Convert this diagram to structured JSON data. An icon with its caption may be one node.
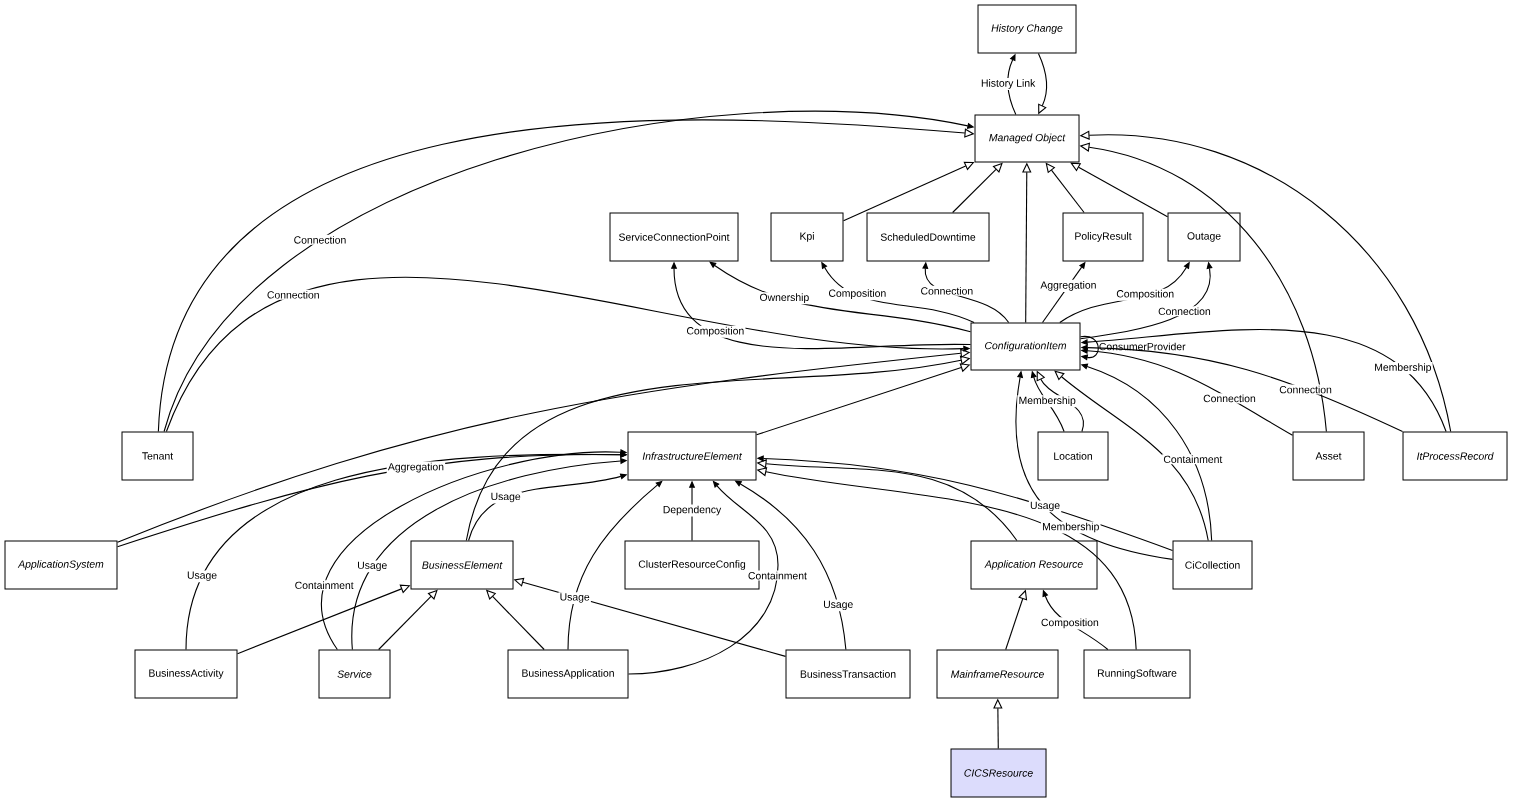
{
  "diagram": {
    "nodes": [
      {
        "text": [
          "History Change"
        ]
      },
      {
        "text": [
          "Managed Object"
        ]
      },
      {
        "text": [
          "ServiceConnectionPoint"
        ]
      },
      {
        "text": [
          "Kpi"
        ]
      },
      {
        "text": [
          "ScheduledDowntime"
        ]
      },
      {
        "text": [
          "PolicyResult"
        ]
      },
      {
        "text": [
          "Outage"
        ]
      },
      {
        "text": [
          "ConfigurationItem"
        ]
      },
      {
        "text": [
          "Tenant"
        ]
      },
      {
        "text": [
          "InfrastructureElement"
        ]
      },
      {
        "text": [
          "Location"
        ]
      },
      {
        "text": [
          "Asset"
        ]
      },
      {
        "text": [
          "ItProcessRecord"
        ]
      },
      {
        "text": [
          "ApplicationSystem"
        ]
      },
      {
        "text": [
          "BusinessElement"
        ]
      },
      {
        "text": [
          "ClusterResourceConfig"
        ]
      },
      {
        "text": [
          "Application Resource"
        ]
      },
      {
        "text": [
          "CiCollection"
        ]
      },
      {
        "text": [
          "BusinessActivity"
        ]
      },
      {
        "text": [
          "Service"
        ]
      },
      {
        "text": [
          "BusinessApplication"
        ]
      },
      {
        "text": [
          "BusinessTransaction"
        ]
      },
      {
        "text": [
          "MainframeResource"
        ]
      },
      {
        "text": [
          "RunningSoftware"
        ]
      },
      {
        "text": [
          "CICSResource"
        ]
      }
    ],
    "edges": [
      {
        "from": 1,
        "to": 0,
        "arrow": "to",
        "label": "History Link"
      },
      {
        "from": 0,
        "to": 1,
        "arrow": "to"
      },
      {
        "from": 8,
        "to": 1,
        "arrow": "to"
      },
      {
        "from": 8,
        "to": 1,
        "arrow": "to",
        "label": "Connection"
      },
      {
        "from": 3,
        "to": 1,
        "arrow": "to"
      },
      {
        "from": 4,
        "to": 1,
        "arrow": "to"
      },
      {
        "from": 7,
        "to": 1,
        "arrow": "to"
      },
      {
        "from": 5,
        "to": 1,
        "arrow": "to"
      },
      {
        "from": 6,
        "to": 1,
        "arrow": "to"
      },
      {
        "from": 11,
        "to": 1,
        "arrow": "to"
      },
      {
        "from": 12,
        "to": 1,
        "arrow": "to"
      },
      {
        "from": 7,
        "to": 2,
        "arrow": "to",
        "label": "Composition"
      },
      {
        "from": 7,
        "to": 2,
        "arrow": "to",
        "label": "Ownership"
      },
      {
        "from": 7,
        "to": 3,
        "arrow": "to",
        "label": "Composition"
      },
      {
        "from": 7,
        "to": 4,
        "arrow": "to",
        "label": "Connection"
      },
      {
        "from": 7,
        "to": 5,
        "arrow": "to",
        "label": "Aggregation"
      },
      {
        "from": 7,
        "to": 6,
        "arrow": "to",
        "label": "Composition"
      },
      {
        "from": 7,
        "to": 6,
        "arrow": "to",
        "label": "Connection"
      },
      {
        "from": 7,
        "to": 7,
        "arrow": "to",
        "label": "ConsumerProvider"
      },
      {
        "from": 8,
        "to": 7,
        "arrow": "to",
        "label": "Connection"
      },
      {
        "from": 13,
        "to": 7,
        "arrow": "to"
      },
      {
        "from": 9,
        "to": 7,
        "arrow": "to"
      },
      {
        "from": 14,
        "to": 7,
        "arrow": "to"
      },
      {
        "from": 10,
        "to": 7,
        "arrow": "to"
      },
      {
        "from": 10,
        "to": 7,
        "arrow": "to",
        "label": "Membership"
      },
      {
        "from": 17,
        "to": 7,
        "arrow": "to",
        "label": "Membership"
      },
      {
        "from": 17,
        "to": 7,
        "arrow": "to"
      },
      {
        "from": 17,
        "to": 7,
        "arrow": "to",
        "label": "Containment"
      },
      {
        "from": 11,
        "to": 7,
        "arrow": "to",
        "label": "Connection"
      },
      {
        "from": 12,
        "to": 7,
        "arrow": "to",
        "label": "Connection"
      },
      {
        "from": 12,
        "to": 7,
        "arrow": "to",
        "label": "Membership"
      },
      {
        "from": 13,
        "to": 9,
        "arrow": "to",
        "label": "Aggregation"
      },
      {
        "from": 18,
        "to": 9,
        "arrow": "to",
        "label": "Usage"
      },
      {
        "from": 19,
        "to": 9,
        "arrow": "to",
        "label": "Containment"
      },
      {
        "from": 19,
        "to": 9,
        "arrow": "to",
        "label": "Usage"
      },
      {
        "from": 14,
        "to": 9,
        "arrow": "to",
        "label": "Usage"
      },
      {
        "from": 20,
        "to": 9,
        "arrow": "to",
        "label": "Usage"
      },
      {
        "from": 20,
        "to": 9,
        "arrow": "to",
        "label": "Containment"
      },
      {
        "from": 15,
        "to": 9,
        "arrow": "to",
        "label": "Dependency"
      },
      {
        "from": 21,
        "to": 9,
        "arrow": "to",
        "label": "Usage"
      },
      {
        "from": 16,
        "to": 9,
        "arrow": "to"
      },
      {
        "from": 23,
        "to": 9,
        "arrow": "to"
      },
      {
        "from": 17,
        "to": 9,
        "arrow": "to",
        "label": "Usage"
      },
      {
        "from": 18,
        "to": 14,
        "arrow": "to"
      },
      {
        "from": 19,
        "to": 14,
        "arrow": "to"
      },
      {
        "from": 20,
        "to": 14,
        "arrow": "to"
      },
      {
        "from": 21,
        "to": 14,
        "arrow": "to"
      },
      {
        "from": 22,
        "to": 16,
        "arrow": "to"
      },
      {
        "from": 23,
        "to": 16,
        "arrow": "to",
        "label": "Composition"
      },
      {
        "from": 24,
        "to": 22,
        "arrow": "to"
      }
    ]
  }
}
